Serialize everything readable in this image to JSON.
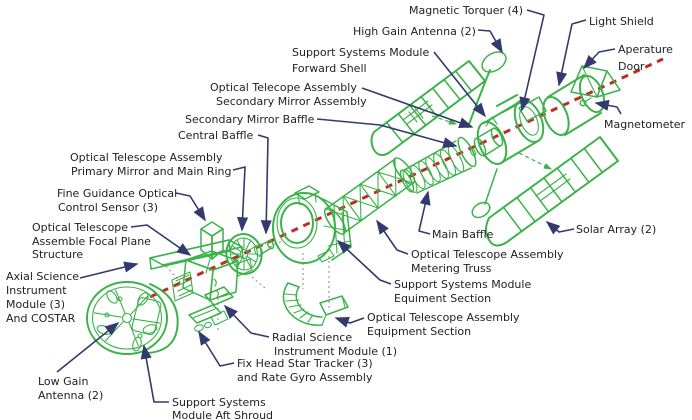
{
  "colors": {
    "artwork_green": "#3bb24a",
    "leader_blue": "#333a6e",
    "axis_red": "#bb2d25",
    "text_color": "#1f1f1f",
    "background": "#ffffff"
  },
  "labels": {
    "magnetic_torquer": {
      "lines": [
        "Magnetic Torquer (4)"
      ]
    },
    "high_gain_antenna": {
      "lines": [
        "High Gain Antenna (2)"
      ]
    },
    "light_shield": {
      "lines": [
        "Light Shield"
      ]
    },
    "aperture_door": {
      "lines": [
        "Aperature",
        "Door"
      ]
    },
    "magnetometer": {
      "lines": [
        "Magnetometer"
      ]
    },
    "ssm_forward_shell": {
      "lines": [
        "Support Systems Module",
        "Forward Shell"
      ]
    },
    "ota_secondary_mirror": {
      "lines": [
        "Optical Telecope Assembly",
        "Secondary Mirror Assembly"
      ]
    },
    "secondary_mirror_baffle": {
      "lines": [
        "Secondary Mirror Baffle"
      ]
    },
    "central_baffle": {
      "lines": [
        "Central Baffle"
      ]
    },
    "ota_primary_mirror": {
      "lines": [
        "Optical Telescope Assembly",
        "Primary Mirror and Main Ring"
      ]
    },
    "fine_guidance": {
      "lines": [
        "Fine Guidance Optical",
        "Control Sensor (3)"
      ]
    },
    "ota_focal_plane": {
      "lines": [
        "Optical Telescope",
        "Assemble Focal Plane",
        "Structure"
      ]
    },
    "axial_science": {
      "lines": [
        "Axial Science",
        "Instrument",
        "Module (3)",
        "And COSTAR"
      ]
    },
    "low_gain_antenna": {
      "lines": [
        "Low Gain",
        "Antenna (2)"
      ]
    },
    "ssm_aft_shroud": {
      "lines": [
        "Support Systems",
        "Module Aft Shroud"
      ]
    },
    "fix_head_star_tracker": {
      "lines": [
        "Fix Head Star Tracker (3)",
        "and Rate Gyro Assembly"
      ]
    },
    "radial_science": {
      "lines": [
        "Radial Science",
        "Instrument Module (1)"
      ]
    },
    "ota_equipment_section": {
      "lines": [
        "Optical Telescope Assembly",
        "Equipment Section"
      ]
    },
    "ssm_equipment_section": {
      "lines": [
        "Support Systems Module",
        "Equiment Section"
      ]
    },
    "ota_metering_truss": {
      "lines": [
        "Optical Telescope Assembly",
        "Metering Truss"
      ]
    },
    "main_baffle": {
      "lines": [
        "Main Baffle"
      ]
    },
    "solar_array": {
      "lines": [
        "Solar Array (2)"
      ]
    }
  }
}
